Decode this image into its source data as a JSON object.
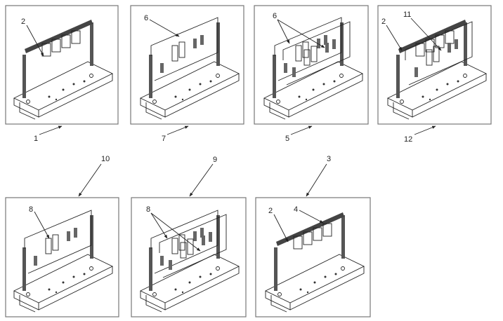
{
  "diagram": {
    "panels": [
      {
        "id": "1",
        "callouts": [
          "2"
        ]
      },
      {
        "id": "7",
        "callouts": [
          "6"
        ]
      },
      {
        "id": "5",
        "callouts": [
          "6"
        ]
      },
      {
        "id": "12",
        "callouts": [
          "2",
          "11"
        ]
      },
      {
        "id": "10",
        "callouts": [
          "8"
        ]
      },
      {
        "id": "9",
        "callouts": [
          "8"
        ]
      },
      {
        "id": "3",
        "callouts": [
          "2",
          "4"
        ]
      }
    ]
  }
}
